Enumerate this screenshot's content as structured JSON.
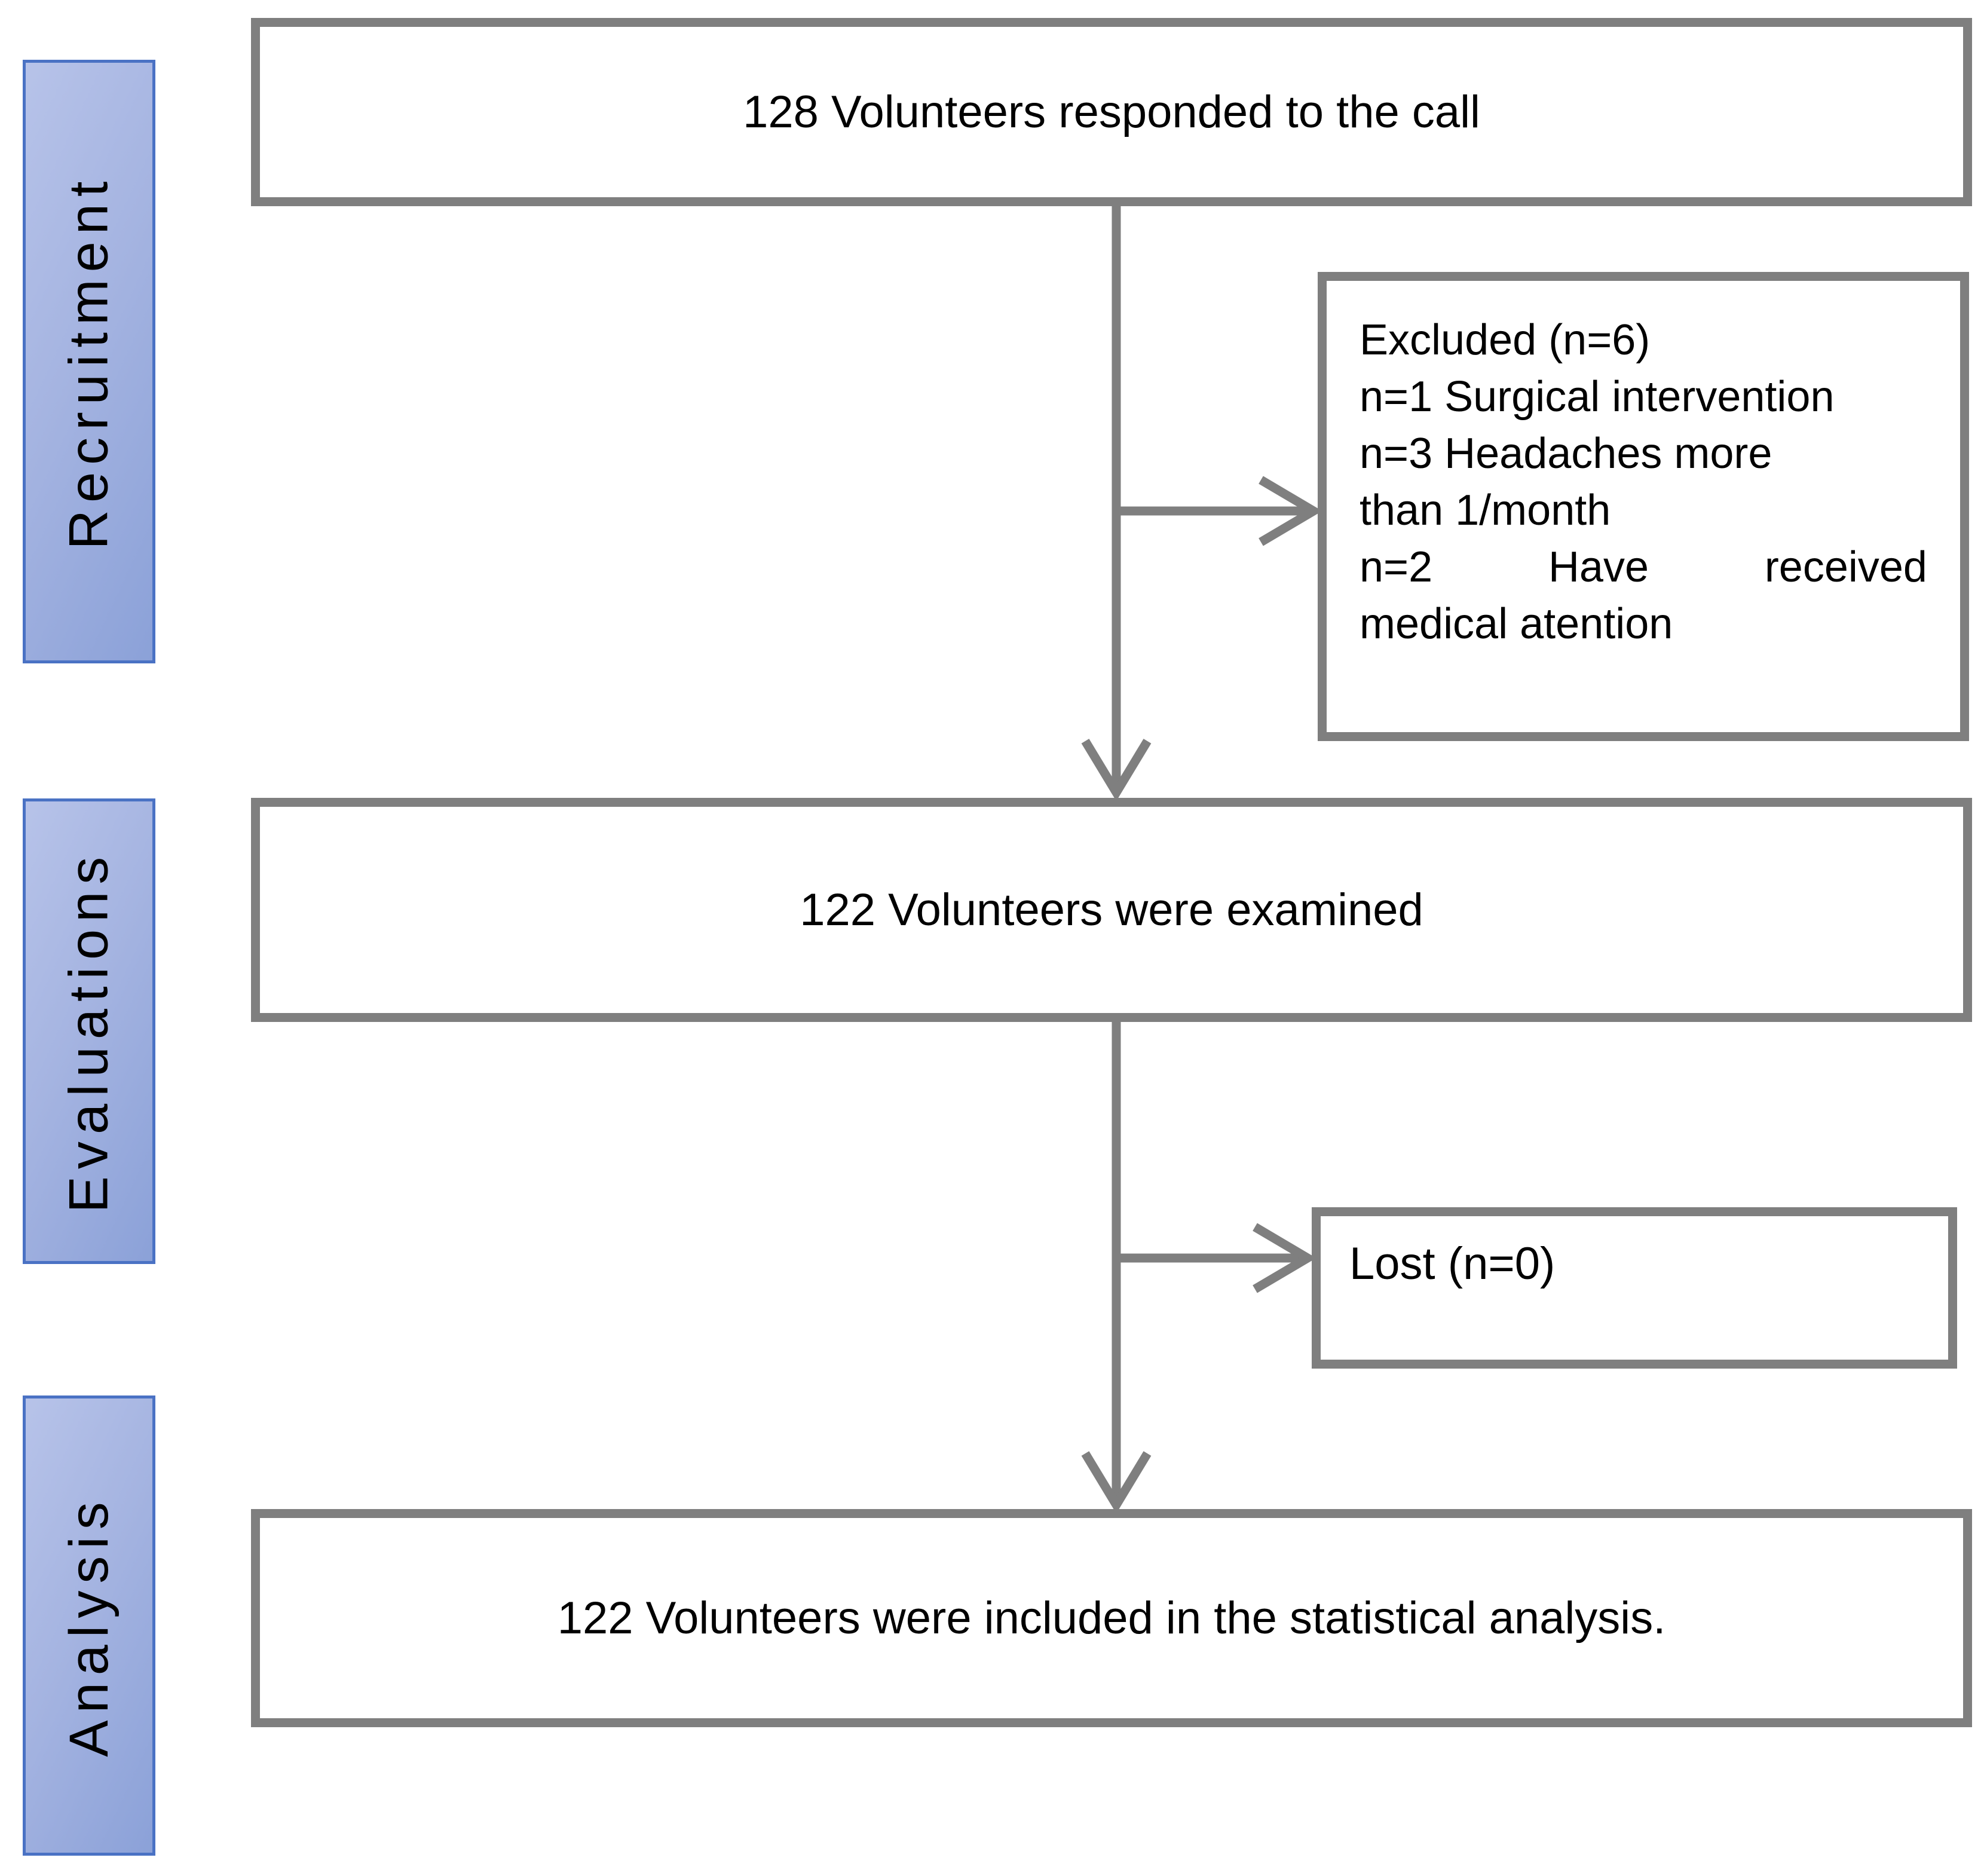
{
  "palette": {
    "phase_fill_light": "#b7c3e9",
    "phase_fill_dark": "#8ba1d8",
    "phase_border": "#4a72c4",
    "box_border": "#7f7f7f",
    "arrow": "#7f7f7f",
    "text": "#000000"
  },
  "sidebar": {
    "items": [
      {
        "label": "Recruitment"
      },
      {
        "label": "Evaluations"
      },
      {
        "label": "Analysis"
      }
    ]
  },
  "flow": {
    "responded": {
      "text": "128 Volunteers responded to the call"
    },
    "excluded": {
      "line1": "Excluded (n=6)",
      "line2": "n=1 Surgical intervention",
      "line3": "n=3 Headaches more",
      "line4": "than 1/month",
      "line5_words": [
        "n=2",
        "Have",
        "received"
      ],
      "line6": "medical atention"
    },
    "examined": {
      "text": "122 Volunteers were examined"
    },
    "lost": {
      "text": "Lost (n=0)"
    },
    "analyzed": {
      "text": "122 Volunteers were included in the statistical analysis."
    }
  }
}
